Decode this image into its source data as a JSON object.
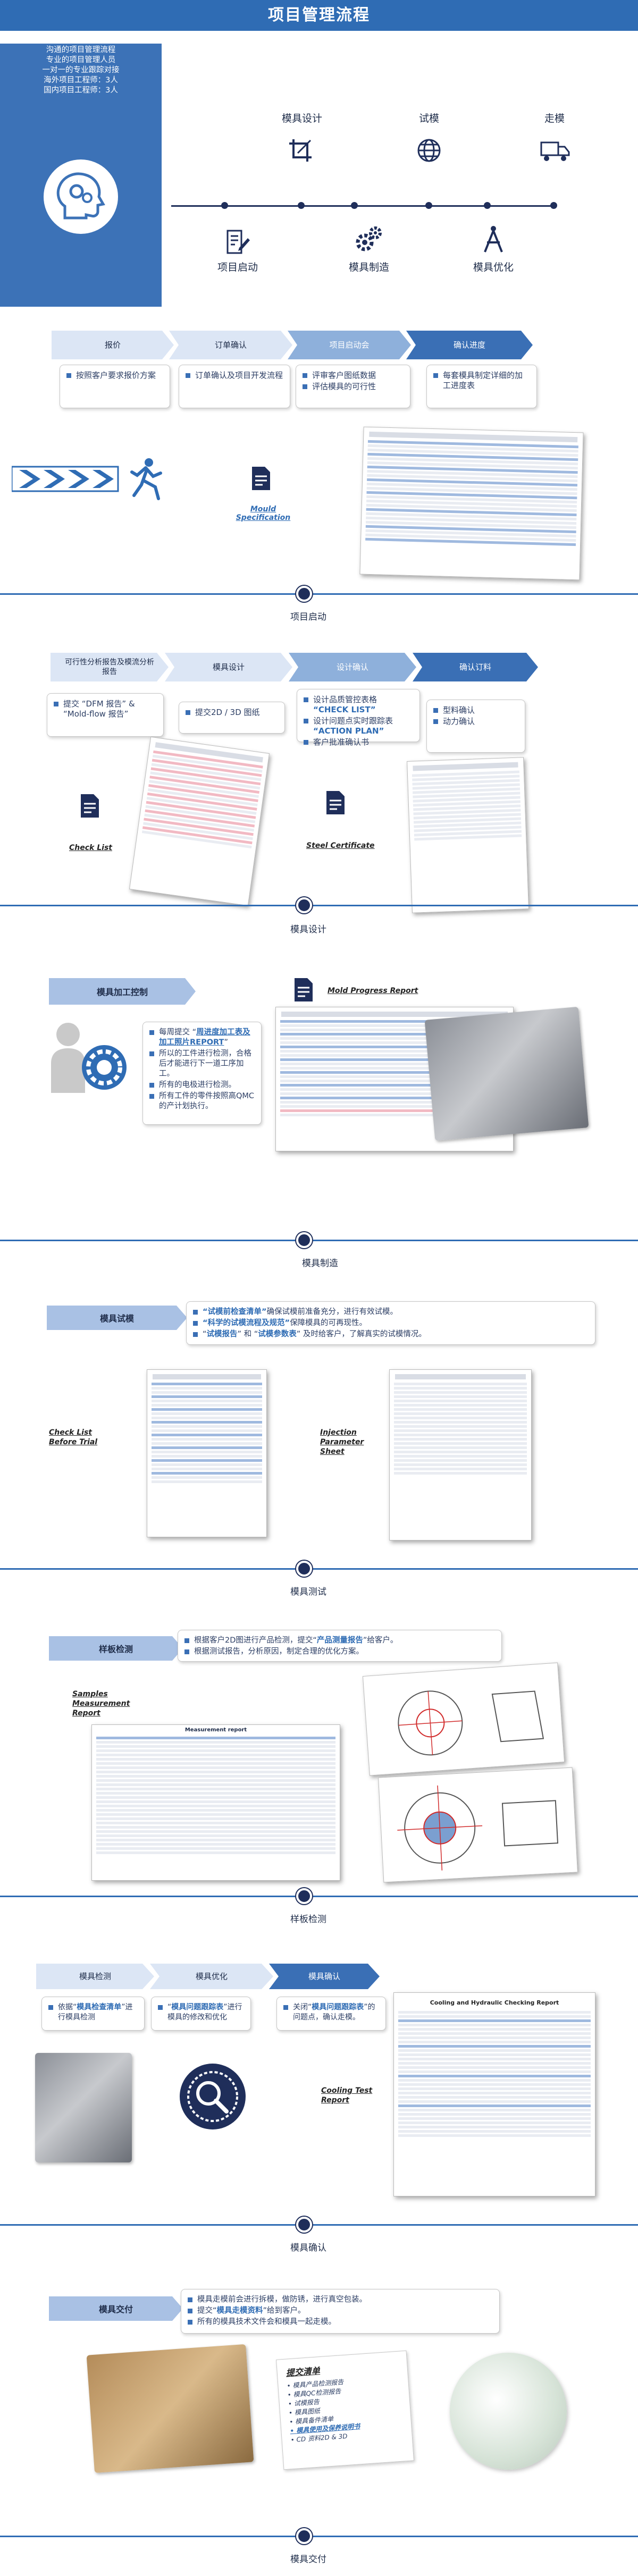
{
  "page": {
    "title": "项目管理流程",
    "intro": [
      "沟通的项目管理流程",
      "专业的项目管理人员",
      "一对一的专业跟踪对接",
      "海外项目工程师：3人",
      "国内项目工程师：3人"
    ]
  },
  "timeline": {
    "top_steps": [
      "模具设计",
      "试模",
      "走模"
    ],
    "bottom_steps": [
      "项目启动",
      "模具制造",
      "模具优化"
    ]
  },
  "section1": {
    "steps": [
      "报价",
      "订单确认",
      "项目启动会",
      "确认进度"
    ],
    "bullets": [
      [
        "按照客户要求报价方案"
      ],
      [
        "订单确认及项目开发流程"
      ],
      [
        "评审客户图纸数据",
        "评估模具的可行性"
      ],
      [
        "每套模具制定详细的加工进度表"
      ]
    ],
    "doc_link": "Mould Specification",
    "label": "项目启动"
  },
  "section2": {
    "steps": [
      "可行性分析报告及模流分析报告",
      "模具设计",
      "设计确认",
      "确认订料"
    ],
    "b1": [
      "提交 “DFM 报告” & “Mold-flow 报告”"
    ],
    "b2": [
      "提交2D / 3D 图纸"
    ],
    "b3_prefix": "设计品质管控表格",
    "b3_hl1": "CHECK LIST",
    "b3_mid": "设计问题点实时跟踪表",
    "b3_hl2": "ACTION PLAN",
    "b3_last": "客户批准确认书",
    "b4": [
      "型料确认",
      "动力确认"
    ],
    "doc1": "Check List",
    "doc2": "Steel Certificate",
    "label": "模具设计"
  },
  "section3": {
    "pill": "模具加工控制",
    "doc_link": "Mold Progress Report",
    "b1_prefix": "每周提交 “",
    "b1_hl": "周进度加工表及加工照片REPORT",
    "b1_suffix": "”",
    "b2": "所以的工件进行检测，合格后才能进行下一道工序加工。",
    "b3": "所有的电极进行检测。",
    "b4": "所有工件的零件按照高QMC的产计划执行。",
    "label": "模具制造"
  },
  "section4": {
    "pill": "模具试模",
    "b1_hl": "“试模前检查清单”",
    "b1_rest": "确保试模前准备充分，进行有效试模。",
    "b2_hl": "“科学的试模流程及规范”",
    "b2_rest": "保障模具的可再现性。",
    "b3_prefix": "“",
    "b3_hl1": "试模报告",
    "b3_mid": "” 和 “",
    "b3_hl2": "试模参数表",
    "b3_rest": "” 及时给客户，了解真实的试模情况。",
    "doc1": "Check List Before Trial",
    "doc2": "Injection Parameter Sheet",
    "label": "模具测试"
  },
  "section5": {
    "pill": "样板检测",
    "b1_prefix": "根据客户2D图进行产品检测，提交“",
    "b1_hl": "产品测量报告",
    "b1_suffix": "”给客户。",
    "b2": "根据测试报告，分析原因，制定合理的优化方案。",
    "doc1": "Samples Measurement Report",
    "table_title": "Measurement report",
    "label": "样板检测"
  },
  "section6": {
    "steps": [
      "模具检测",
      "模具优化",
      "模具确认"
    ],
    "b1_prefix": "依据“",
    "b1_hl": "模具检查清单",
    "b1_suffix": "”进行模具检测",
    "b2_prefix": "“",
    "b2_hl": "模具问题跟踪表",
    "b2_suffix": "”进行模具的修改和优化",
    "b3_prefix": "关闭“",
    "b3_hl": "模具问题跟踪表",
    "b3_suffix": "”的问题点，确认走模。",
    "doc1": "Cooling Test Report",
    "report_title": "Cooling and Hydraulic Checking Report",
    "label": "模具确认"
  },
  "section7": {
    "pill": "模具交付",
    "b1": "模具走模前会进行拆模，做防锈，进行真空包装。",
    "b2_prefix": "提交“",
    "b2_hl": "模具走模资料",
    "b2_suffix": "”给到客户。",
    "b3": "所有的模具技术文件会和模具一起走模。",
    "checklist_title": "提交清单",
    "checklist": [
      "模具产品检测报告",
      "模具QC检测报告",
      "试模报告",
      "模具图纸",
      "模具备件清单",
      "模具使用及保养说明书",
      "CD 资料2D & 3D"
    ],
    "label": "模具交付"
  }
}
